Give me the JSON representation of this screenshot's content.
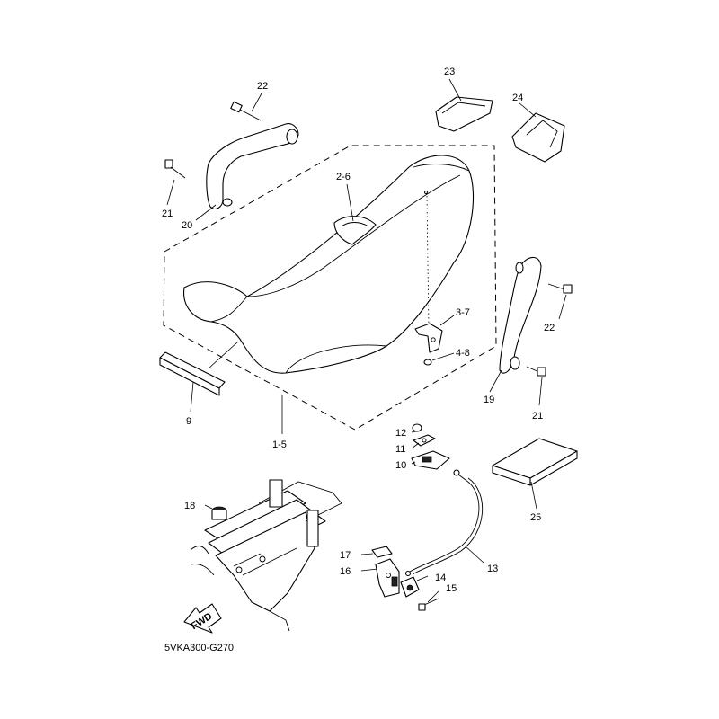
{
  "diagram": {
    "drawing_code": "5VKA300-G270",
    "fwd_label": "FWD"
  },
  "callouts": {
    "c22a": "22",
    "c21a": "21",
    "c20": "20",
    "c23": "23",
    "c24": "24",
    "c26": "2-6",
    "c37": "3-7",
    "c48": "4-8",
    "c22b": "22",
    "c19": "19",
    "c21b": "21",
    "c9": "9",
    "c15p": "1-5",
    "c12": "12",
    "c11": "11",
    "c10": "10",
    "c25": "25",
    "c18": "18",
    "c17": "17",
    "c16": "16",
    "c14": "14",
    "c15": "15",
    "c13": "13"
  }
}
